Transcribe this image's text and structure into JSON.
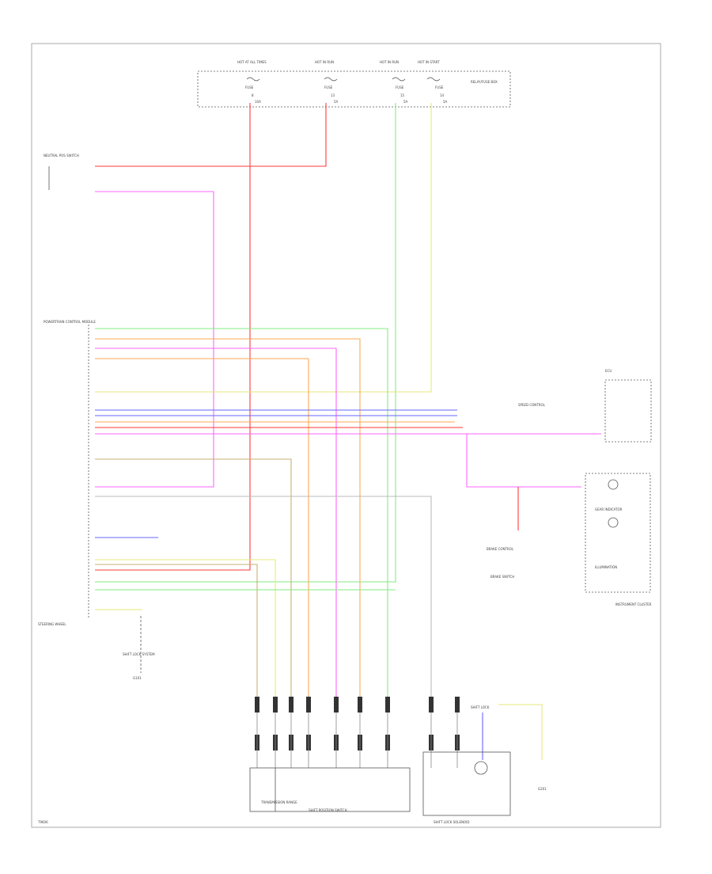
{
  "diagram": {
    "page_code": "T9606",
    "colors": {
      "red": "#ff3b3b",
      "pink": "#ff66ff",
      "green": "#80ee80",
      "yellow": "#e6ea7a",
      "orange": "#ffaa55",
      "blue": "#6666ff",
      "tan": "#c8b070",
      "ltgreen": "#a6f0a6",
      "gray": "#bbbbbb"
    },
    "fuses": [
      {
        "top": "HOT AT ALL TIMES",
        "name": "FUSE",
        "num": "8",
        "amps": "10A"
      },
      {
        "top": "HOT IN RUN",
        "name": "FUSE",
        "num": "13",
        "amps": "5A"
      },
      {
        "top": "HOT IN RUN",
        "name": "FUSE",
        "num": "15",
        "amps": "5A"
      },
      {
        "top": "HOT IN START",
        "name": "FUSE",
        "num": "14",
        "amps": "5A"
      }
    ],
    "labels": {
      "relay_box": "RELAY/FUSE BOX",
      "neutral_switch": "NEUTRAL POS SWITCH",
      "tcm": "POWERTRAIN CONTROL MODULE",
      "gear_sensor": "ECU",
      "shift_lock": "SHIFT LOCK",
      "solenoid": "SHIFT LOCK SOLENOID",
      "steering": "STEERING WHEEL",
      "ground": "G101",
      "wiper": "SHIFT LOCK SYSTEM",
      "cluster": "INSTRUMENT CLUSTER",
      "gear_indicator": "GEAR INDICATOR",
      "illumination": "ILLUMINATION",
      "cruise_control": "SPEED CONTROL",
      "abs": "BRAKE CONTROL",
      "brake_switch": "BRAKE SWITCH",
      "range": "TRANSMISSION RANGE",
      "shift_switch": "SHIFT POSITION SWITCH",
      "wire_gnd": "G201"
    }
  }
}
